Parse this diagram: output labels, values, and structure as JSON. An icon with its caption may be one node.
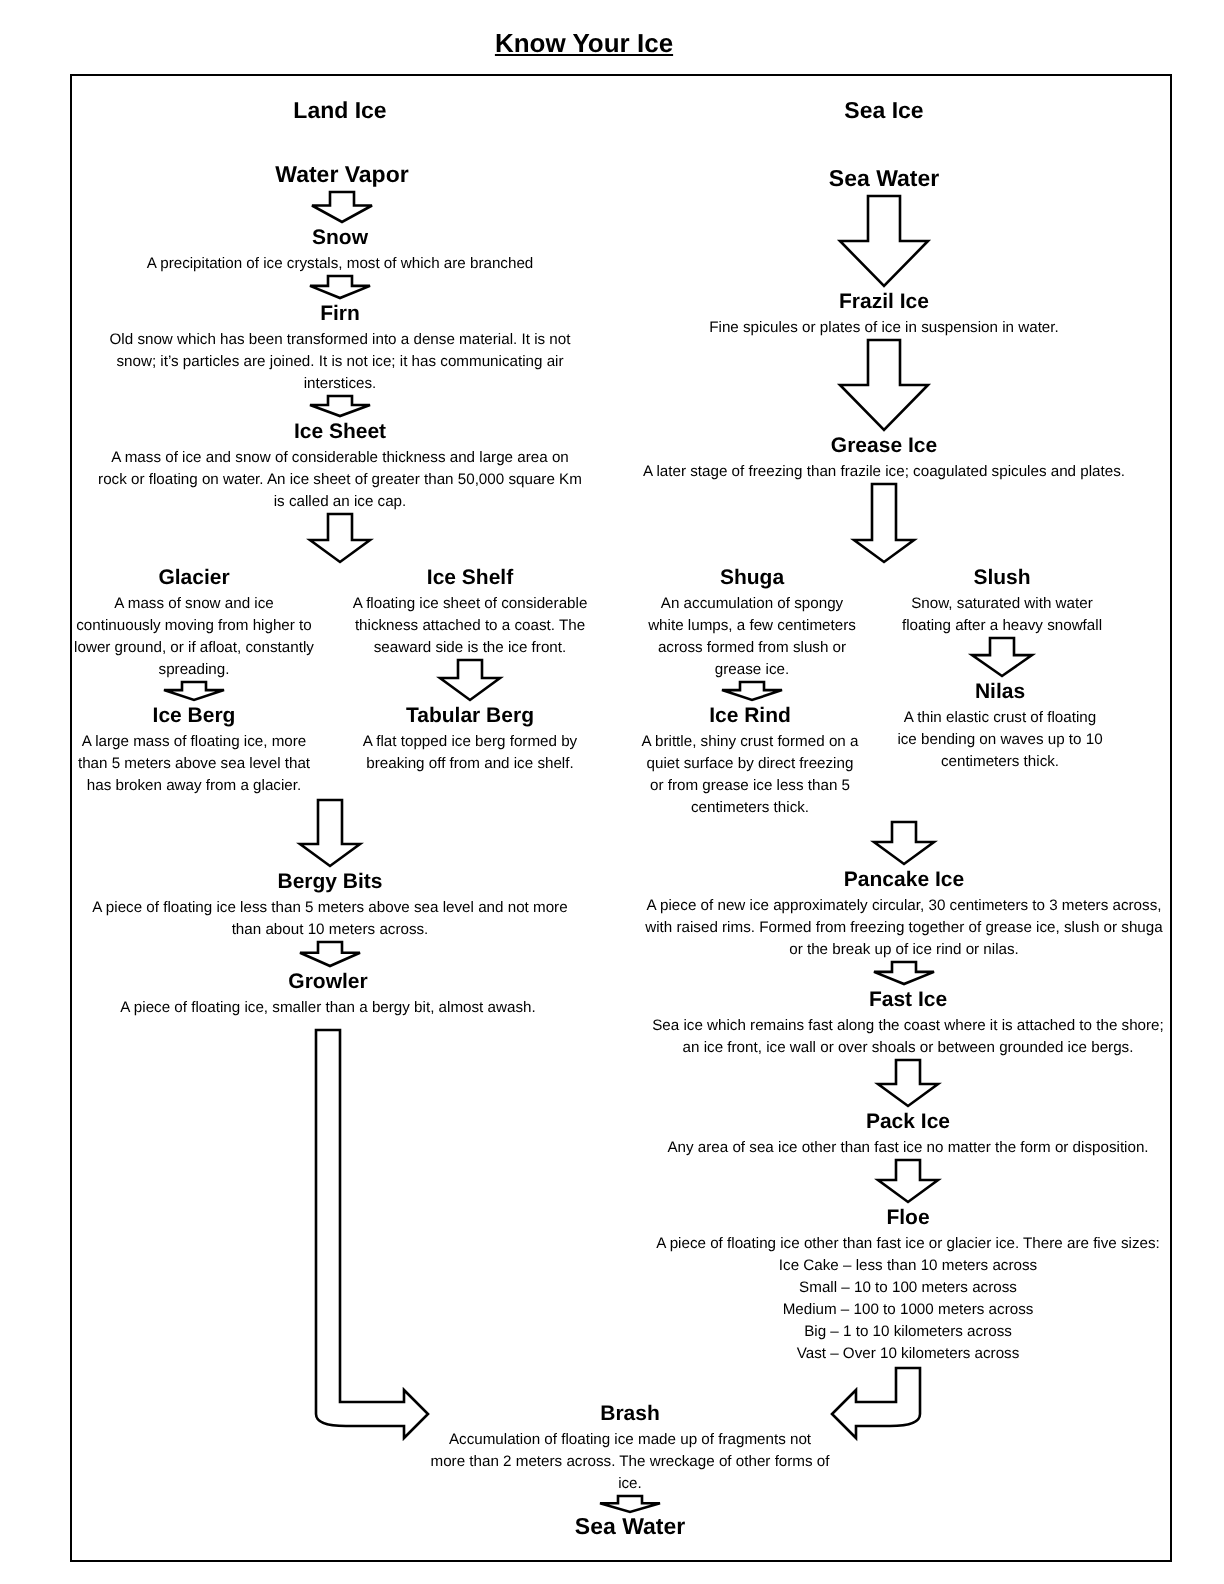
{
  "diagram": {
    "title": "Know Your Ice",
    "nodes": [
      {
        "text": [
          "Water Vapor"
        ]
      },
      {
        "text": [
          "Snow",
          "A precipitation of ice crystals, most of which are branched"
        ]
      },
      {
        "text": [
          "Firn",
          "Old snow which has been transformed into a dense material. It is not snow; it’s particles are joined. It is not ice; it has communicating air interstices."
        ]
      },
      {
        "text": [
          "Ice Sheet",
          "A mass of ice and snow of considerable thickness and large area on rock or floating on water. An ice sheet of greater than 50,000 square Km is called an ice cap."
        ]
      },
      {
        "text": [
          "Glacier",
          "A mass of snow and ice continuously moving from higher to lower ground, or if afloat, constantly spreading."
        ]
      },
      {
        "text": [
          "Ice Shelf",
          "A floating ice sheet of considerable thickness attached to a coast. The seaward side is the ice front."
        ]
      },
      {
        "text": [
          "Ice Berg",
          "A large mass of floating ice, more than 5 meters above sea level that has broken away from a glacier."
        ]
      },
      {
        "text": [
          "Tabular Berg",
          "A flat topped ice berg formed by breaking off from and ice shelf."
        ]
      },
      {
        "text": [
          "Bergy Bits",
          "A piece of floating ice less than 5 meters above sea level and not more than about 10 meters across."
        ]
      },
      {
        "text": [
          "Growler",
          "A piece of floating ice, smaller than a bergy bit, almost awash."
        ]
      },
      {
        "text": [
          "Sea Water"
        ]
      },
      {
        "text": [
          "Frazil Ice",
          "Fine spicules or plates of ice in suspension in water."
        ]
      },
      {
        "text": [
          "Grease Ice",
          "A later stage of freezing than frazile ice; coagulated spicules and plates."
        ]
      },
      {
        "text": [
          "Shuga",
          "An accumulation of spongy white lumps, a few centimeters across formed from slush or grease ice."
        ]
      },
      {
        "text": [
          "Slush",
          "Snow, saturated with water floating after a heavy snowfall"
        ]
      },
      {
        "text": [
          "Ice Rind",
          "A brittle, shiny crust formed on a quiet surface by direct freezing or from grease ice less than 5 centimeters thick."
        ]
      },
      {
        "text": [
          "Nilas",
          "A thin elastic crust of floating ice bending on waves up to 10 centimeters thick."
        ]
      },
      {
        "text": [
          "Pancake Ice",
          "A piece of new ice approximately circular, 30 centimeters to 3 meters across, with raised rims. Formed from freezing together of grease ice, slush or shuga or the break up of ice rind or nilas."
        ]
      },
      {
        "text": [
          "Fast Ice",
          "Sea ice which remains fast along the coast where it is attached to the shore; an ice front, ice wall or over shoals or between grounded ice bergs."
        ]
      },
      {
        "text": [
          "Pack Ice",
          "Any area of sea ice other than fast ice no matter the form or disposition."
        ]
      },
      {
        "text": [
          "Floe",
          "A piece of floating ice other than fast ice or glacier ice. There are five sizes:",
          "Ice Cake – less than 10 meters across",
          "Small – 10 to 100 meters across",
          "Medium – 100 to 1000 meters across",
          "Big – 1 to 10 kilometers across",
          "Vast – Over 10 kilometers across"
        ]
      },
      {
        "text": [
          "Brash",
          "Accumulation of floating ice made up of fragments not more than 2 meters across. The wreckage of other forms of ice."
        ]
      },
      {
        "text": [
          "Sea Water"
        ]
      }
    ],
    "edges": [
      {
        "from": 0,
        "to": 1,
        "arrow": "to"
      },
      {
        "from": 1,
        "to": 2,
        "arrow": "to"
      },
      {
        "from": 2,
        "to": 3,
        "arrow": "to"
      },
      {
        "from": 3,
        "to": 4,
        "arrow": "to"
      },
      {
        "from": 3,
        "to": 5,
        "arrow": "to"
      },
      {
        "from": 4,
        "to": 6,
        "arrow": "to"
      },
      {
        "from": 5,
        "to": 7,
        "arrow": "to"
      },
      {
        "from": 6,
        "to": 8,
        "arrow": "to"
      },
      {
        "from": 7,
        "to": 8,
        "arrow": "to"
      },
      {
        "from": 8,
        "to": 9,
        "arrow": "to"
      },
      {
        "from": 9,
        "to": 21,
        "arrow": "to"
      },
      {
        "from": 10,
        "to": 11,
        "arrow": "to"
      },
      {
        "from": 11,
        "to": 12,
        "arrow": "to"
      },
      {
        "from": 12,
        "to": 13,
        "arrow": "to"
      },
      {
        "from": 12,
        "to": 14,
        "arrow": "to"
      },
      {
        "from": 13,
        "to": 15,
        "arrow": "to"
      },
      {
        "from": 14,
        "to": 16,
        "arrow": "to"
      },
      {
        "from": 15,
        "to": 17,
        "arrow": "to"
      },
      {
        "from": 16,
        "to": 17,
        "arrow": "to"
      },
      {
        "from": 17,
        "to": 18,
        "arrow": "to"
      },
      {
        "from": 18,
        "to": 19,
        "arrow": "to"
      },
      {
        "from": 19,
        "to": 20,
        "arrow": "to"
      },
      {
        "from": 20,
        "to": 21,
        "arrow": "to"
      },
      {
        "from": 21,
        "to": 22,
        "arrow": "to"
      }
    ],
    "labels": [
      "Land Ice",
      "Sea Ice"
    ]
  }
}
